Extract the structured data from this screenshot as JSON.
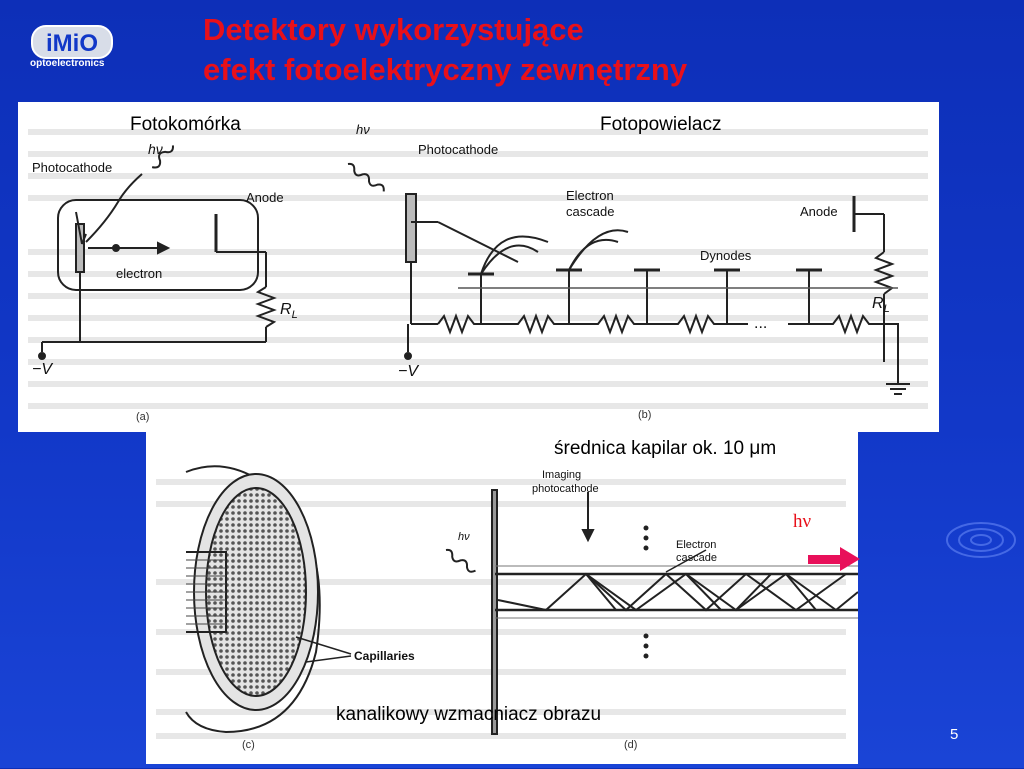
{
  "logo": {
    "mark": "iMiO",
    "subtitle": "optoelectronics"
  },
  "title": {
    "line1": "Detektory wykorzystujące",
    "line2": "efekt fotoelektryczny zewnętrzny"
  },
  "labels": {
    "fotokomorka": "Fotokomórka",
    "fotopowielacz": "Fotopowielacz",
    "srednica": "średnica kapilar ok. 10 μm",
    "hv": "hν",
    "kanalikowy": "kanalikowy wzmacniacz obrazu"
  },
  "diagram_a": {
    "photocathode": "Photocathode",
    "hv": "hν",
    "anode": "Anode",
    "electron": "electron",
    "rl": "R",
    "rl_sub": "L",
    "minus_v": "−V",
    "caption": "(a)"
  },
  "diagram_b": {
    "hv": "hν",
    "photocathode": "Photocathode",
    "cascade1": "Electron",
    "cascade2": "cascade",
    "anode": "Anode",
    "dynodes": "Dynodes",
    "rl": "R",
    "rl_sub": "L",
    "minus_v": "−V",
    "dots": "...",
    "caption": "(b)"
  },
  "diagram_c": {
    "capillaries": "Capillaries",
    "caption": "(c)"
  },
  "diagram_d": {
    "imaging1": "Imaging",
    "imaging2": "photocathode",
    "hv": "hν",
    "cascade1": "Electron",
    "cascade2": "cascade",
    "caption": "(d)"
  },
  "page_number": "5",
  "colors": {
    "background": "#1238c8",
    "title": "#e8101a",
    "arrow": "#e8105a"
  }
}
